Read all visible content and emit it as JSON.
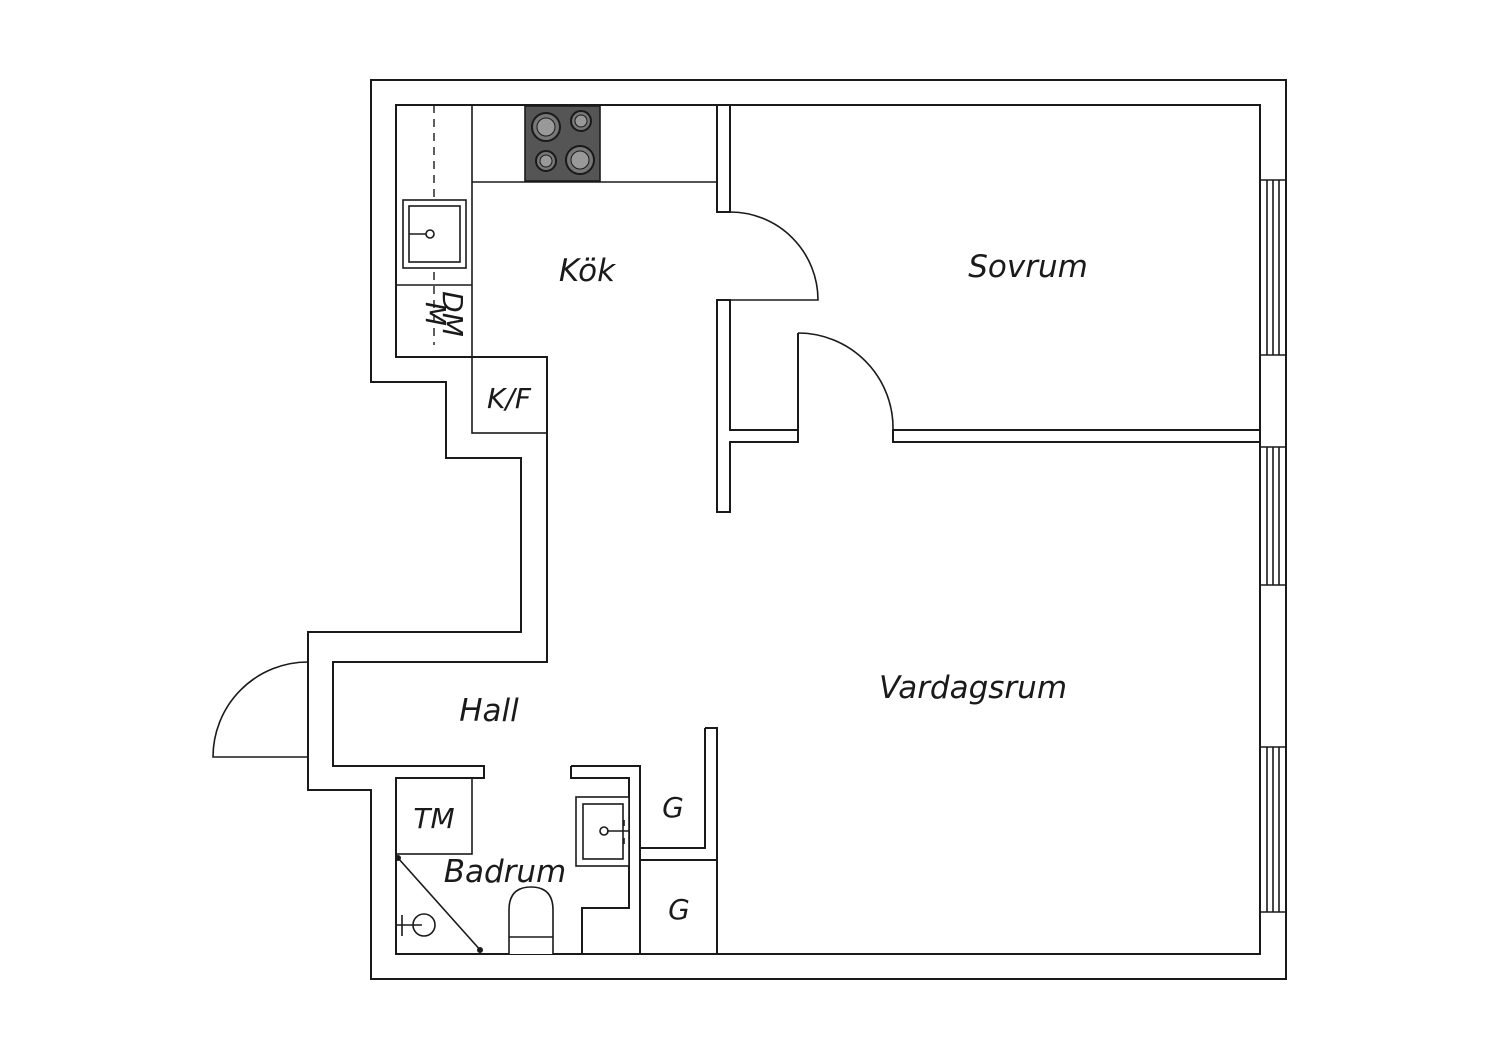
{
  "rooms": {
    "kok": "Kök",
    "sovrum": "Sovrum",
    "vardagsrum": "Vardagsrum",
    "hall": "Hall",
    "badrum": "Badrum"
  },
  "fixtures": {
    "microwave": "M",
    "dishwasher": "DM",
    "fridge_freezer": "K/F",
    "dryer": "TM",
    "wardrobe_1": "G",
    "wardrobe_2": "G"
  },
  "colors": {
    "line": "#1a1a1a",
    "stove": "#555555",
    "background": "#ffffff"
  }
}
